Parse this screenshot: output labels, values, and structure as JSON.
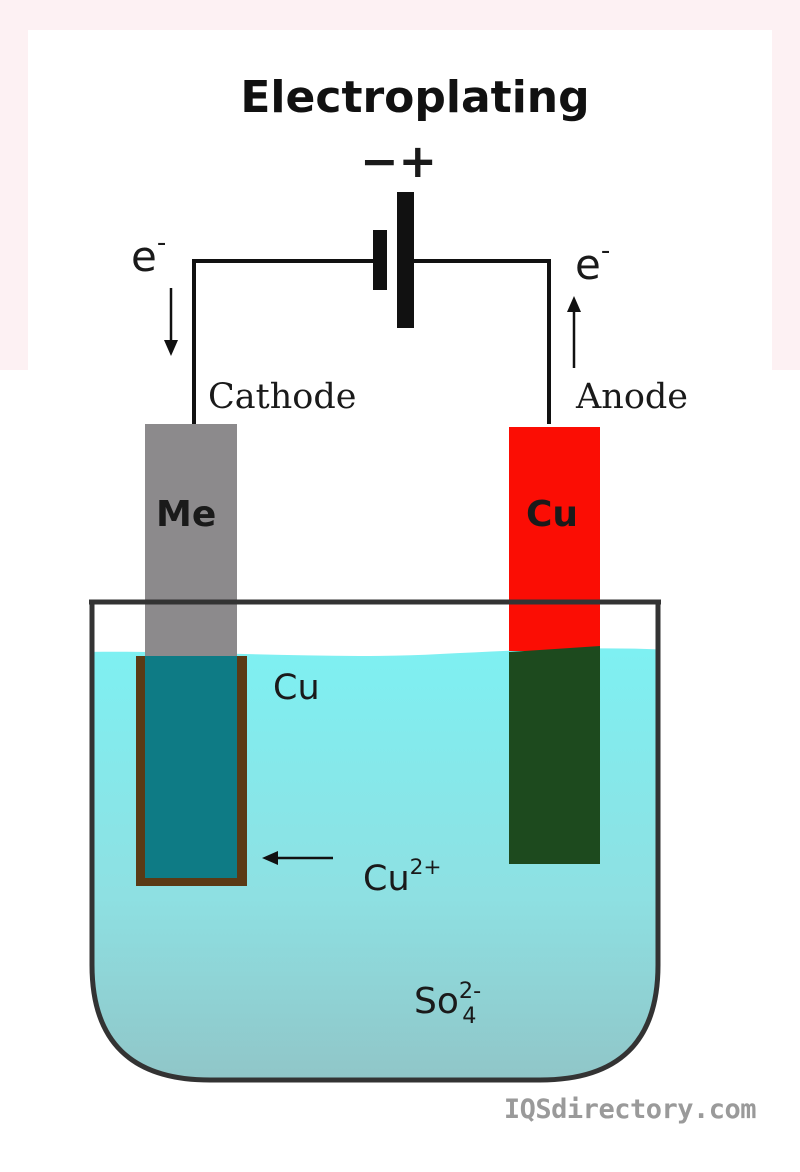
{
  "title": "Electroplating",
  "battery": {
    "minus": "−",
    "plus": "+"
  },
  "electron_left": {
    "base": "e",
    "charge": "-"
  },
  "electron_right": {
    "base": "e",
    "charge": "-"
  },
  "cathode_label": "Cathode",
  "anode_label": "Anode",
  "cathode_metal": "Me",
  "anode_metal": "Cu",
  "deposit_label": "Cu",
  "copper_ion": {
    "base": "Cu",
    "charge": "2+"
  },
  "sulfate_ion": {
    "base": "So",
    "subscript": "4",
    "charge": "2-"
  },
  "watermark": "IQSdirectory.com",
  "colors": {
    "cathode": "#8c8a8c",
    "anode": "#fb0d04",
    "anode_submerged": "#1d4a1e",
    "cathode_submerged": "#0e7b85",
    "deposit_outline": "#5a3a15",
    "solution_top": "#7ef0f2",
    "solution_bottom": "#8fc7c9",
    "wire": "#111111"
  }
}
